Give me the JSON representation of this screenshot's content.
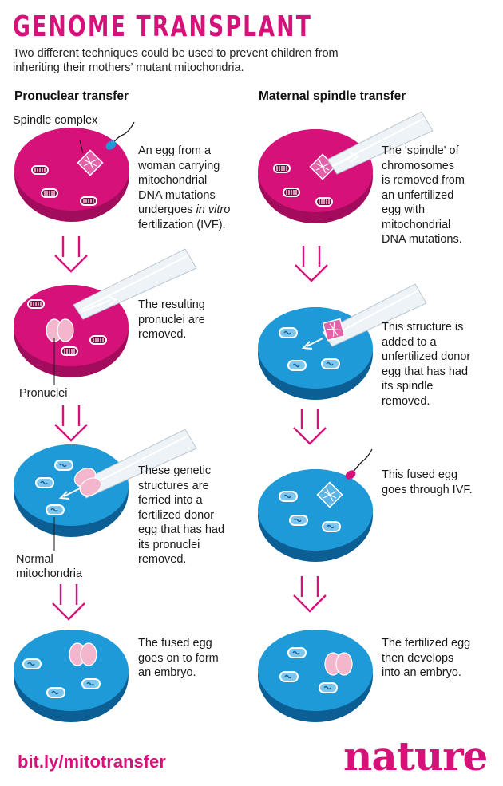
{
  "header": {
    "title": "GENOME TRANSPLANT",
    "subtitle": "Two different techniques could be used to prevent children from inheriting their mothers’ mutant mitochondria."
  },
  "columns": {
    "left_heading": "Pronuclear transfer",
    "right_heading": "Maternal spindle transfer"
  },
  "left_steps": [
    "An egg from a\nwoman carrying\nmitochondrial\nDNA mutations\nundergoes in vitro\nfertilization (IVF).",
    "The resulting\npronuclei are\nremoved.",
    "These genetic\nstructures are\nferried into a\nfertilized donor\negg that has had\nits pronuclei\nremoved.",
    "The fused egg\ngoes on to form\nan embryo."
  ],
  "right_steps": [
    "The 'spindle' of\nchromosomes\nis removed from\nan unfertilized\negg with\nmitochondrial\nDNA mutations.",
    "This structure is\nadded to a\nunfertilized donor\negg that has had\nits spindle\nremoved.",
    "This fused egg\ngoes through IVF.",
    "The fertilized egg\nthen develops\ninto an embryo."
  ],
  "labels": {
    "spindle_complex": "Spindle complex",
    "pronuclei": "Pronuclei",
    "normal_mitochondria": "Normal\nmitochondria"
  },
  "footer": {
    "link": "bit.ly/mitotransfer",
    "brand": "nature"
  },
  "colors": {
    "accent": "#d6127a",
    "mutant_egg": "#d6127a",
    "mutant_egg_dark": "#a30c5c",
    "donor_egg": "#1f9ad8",
    "donor_egg_dark": "#0b5f95",
    "pronuclei": "#f4b6cc",
    "pipette": "#eef3f7",
    "arrow": "#d6127a"
  }
}
